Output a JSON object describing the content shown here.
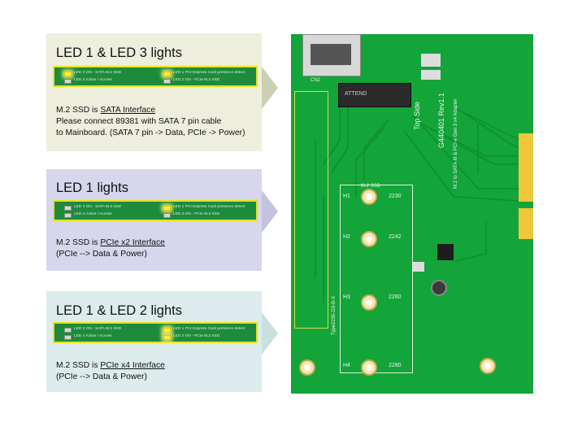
{
  "panels": [
    {
      "title": "LED 1 & LED 3 lights",
      "desc_prefix": "M.2 SSD is ",
      "interface": "SATA Interface",
      "desc_rest": "Please connect 89381 with SATA 7 pin cable\nto Mainboard. (SATA 7 pin -> Data, PCIe -> Power)",
      "bg": "#eeeedd",
      "arrow": "#cdcfb5",
      "strip": {
        "l1": "LED 3 ON - SATA M.2 SSD",
        "l2": "LED 4 Active / Access",
        "r1": "LED 1 PCI Express Card presence detect",
        "r2": "LED 2 ON - PCIe M.2 SSD"
      }
    },
    {
      "title": "LED 1 lights",
      "desc_prefix": "M.2 SSD is ",
      "interface": "PCIe x2 Interface",
      "desc_rest": "(PCIe --> Data & Power)",
      "bg": "#d6d6ec",
      "arrow": "#c3c3df",
      "strip": {
        "l1": "LED 3 ON - SATA M.2 SSD",
        "l2": "LED 4 Active / Access",
        "r1": "LED 1 PCI Express Card presence detect",
        "r2": "LED 2 ON - PCIe M.2 SSD"
      }
    },
    {
      "title": "LED 1 & LED 2 lights",
      "desc_prefix": "M.2 SSD is ",
      "interface": "PCIe x4 Interface",
      "desc_rest": "(PCIe --> Data & Power)",
      "bg": "#dcecec",
      "arrow": "#c8e0e0",
      "strip": {
        "l1": "LED 3 ON - SATA M.2 SSD",
        "l2": "LED 4 Active / Access",
        "r1": "LED 1 PCI Express Card presence detect",
        "r2": "LED 2 ON - PCIe M.2 SSD"
      }
    }
  ],
  "board": {
    "cn2": "CN2",
    "attend": "ATTEND",
    "top_side": "Top Side",
    "rev": "G440401 Rev1.1",
    "product": "M.2 to SATA III & PCI-e Gen 3 x4 Adapter",
    "m2_label": "M.2 SSD",
    "type_label": "Type2230-D3-B-X",
    "holes": [
      {
        "h": "H1",
        "size": "2230"
      },
      {
        "h": "H2",
        "size": "2242"
      },
      {
        "h": "H3",
        "size": "2260"
      },
      {
        "h": "H4",
        "size": "2280"
      }
    ],
    "colors": {
      "pcb": "#13a43a",
      "gold": "#f0c63a",
      "led_on": "#ffef40"
    }
  }
}
